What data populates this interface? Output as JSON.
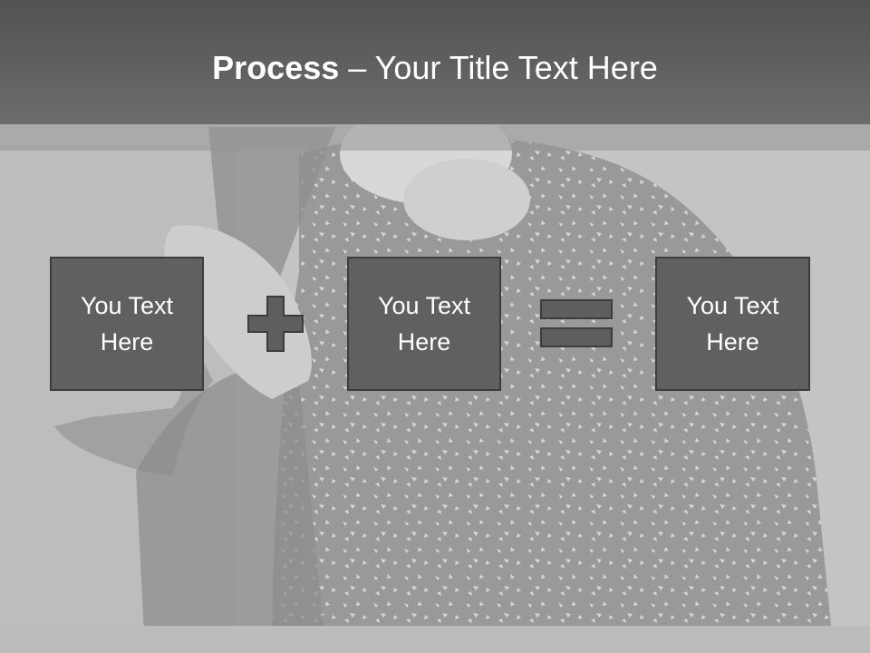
{
  "slide": {
    "title_bold": "Process",
    "title_dash": " – ",
    "title_rest": "Your Title Text Here",
    "boxes": [
      {
        "text": "You Text Here"
      },
      {
        "text": "You Text Here"
      },
      {
        "text": "You Text Here"
      }
    ],
    "operators": [
      "plus-icon",
      "equals-icon"
    ]
  },
  "colors": {
    "title_bar": "#5e5e5e",
    "box_fill": "#606060",
    "box_border": "#3c3c3c",
    "operator_fill": "#5e5e5e",
    "text": "#ffffff"
  }
}
